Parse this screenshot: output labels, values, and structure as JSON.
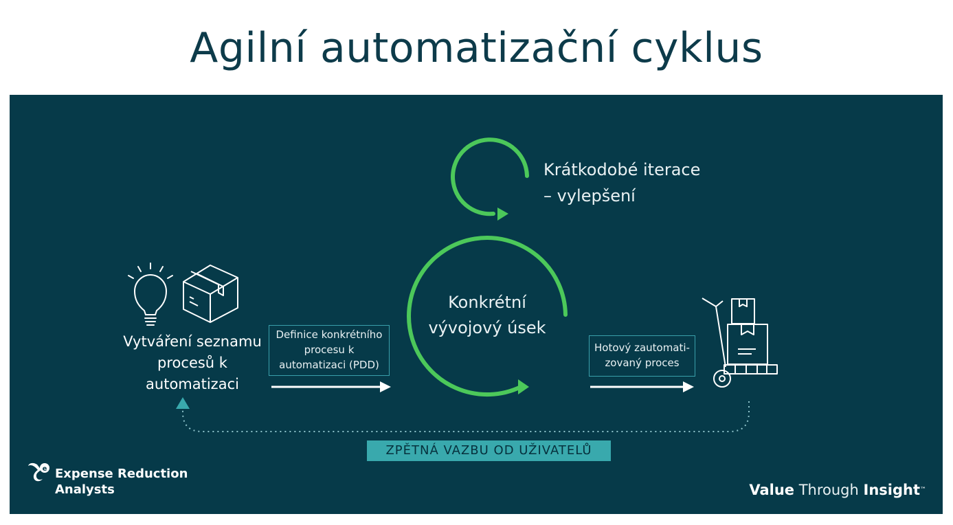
{
  "slide": {
    "title": "Agilní automatizační cyklus"
  },
  "steps": {
    "create_list_line1": "Vytváření seznamu",
    "create_list_line2": "procesů k",
    "create_list_line3": "automatizaci",
    "define_line1": "Definice konkrétního",
    "define_line2": "procesu k",
    "define_line3": "automatizaci (PDD)",
    "dev_line1": "Konkrétní",
    "dev_line2": "vývojový úsek",
    "done_line1": "Hotový zautomati-",
    "done_line2": "zovaný proces"
  },
  "iterations": {
    "line1": "Krátkodobé iterace",
    "line2": "– vylepšení"
  },
  "feedback": {
    "label": "ZPĚTNÁ VAZBU OD UŽIVATELŮ"
  },
  "footer": {
    "logo_line1": "Expense Reduction",
    "logo_line2": "Analysts",
    "tagline_value": "Value",
    "tagline_through": "Through",
    "tagline_insight": "Insight",
    "tagline_tm": "™"
  },
  "colors": {
    "background_panel": "#063a49",
    "title_text": "#0d3b4a",
    "cycle_green": "#4cc85a",
    "feedback_teal": "#39a9ad",
    "box_border": "#3aa0ab"
  },
  "icons": [
    "lightbulb-icon",
    "box-icon",
    "hand-truck-icon",
    "era-logo-icon"
  ]
}
